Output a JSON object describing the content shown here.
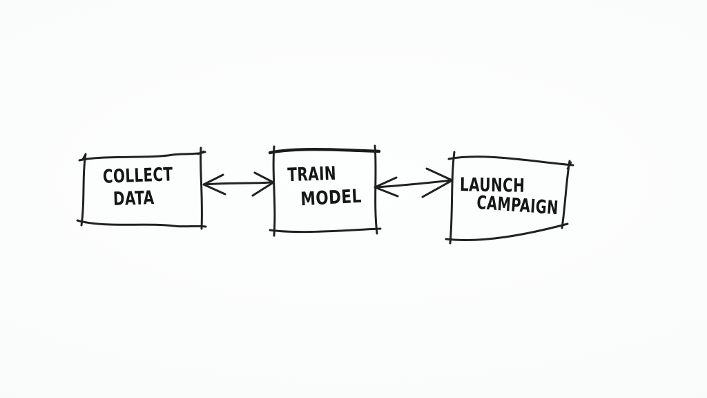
{
  "page": {
    "kind": "hand-drawn whiteboard flowchart sketch",
    "background_color": "#fbfcfd",
    "ink_color": "#212121"
  },
  "diagram": {
    "type": "flowchart",
    "orientation": "horizontal",
    "nodes": [
      {
        "id": "collect-data",
        "lines": [
          "COLLECT",
          "DATA"
        ]
      },
      {
        "id": "train-model",
        "lines": [
          "TRAIN",
          "MODEL"
        ]
      },
      {
        "id": "launch-campaign",
        "lines": [
          "LAUNCH",
          "CAMPAIGN"
        ]
      }
    ],
    "connectors": [
      {
        "from": "COLLECT DATA",
        "to": "TRAIN MODEL",
        "direction": "bidirectional",
        "style": "double-headed arrow"
      },
      {
        "from": "TRAIN MODEL",
        "to": "LAUNCH CAMPAIGN",
        "direction": "bidirectional",
        "style": "double-headed arrow"
      }
    ]
  }
}
